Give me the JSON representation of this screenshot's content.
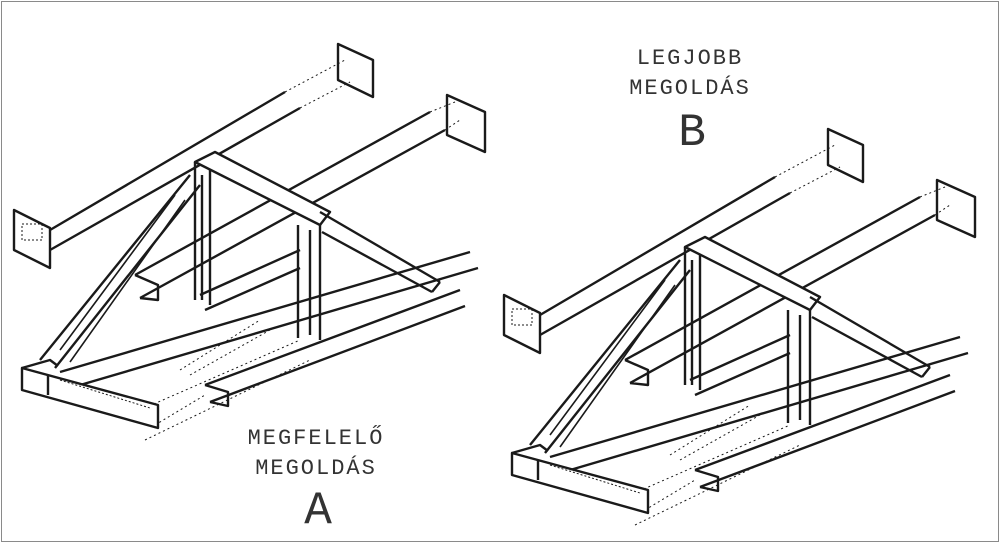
{
  "option_b": {
    "line1": "LEGJOBB",
    "line2": "MEGOLDÁS",
    "letter": "B"
  },
  "option_a": {
    "line1": "MEGFELELŐ",
    "line2": "MEGOLDÁS",
    "letter": "A"
  },
  "colors": {
    "stroke": "#1a1a1a",
    "border": "#8a8a8a"
  }
}
